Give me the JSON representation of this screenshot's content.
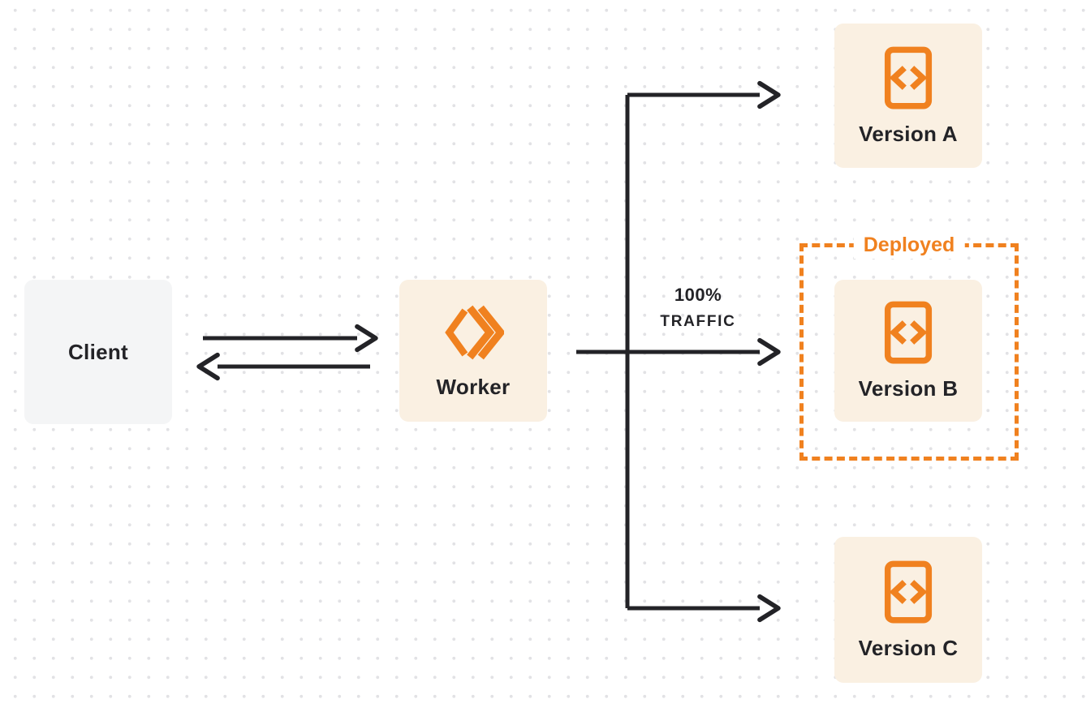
{
  "diagram": {
    "nodes": {
      "client": {
        "label": "Client"
      },
      "worker": {
        "label": "Worker",
        "icon": "workers-double-chevron-icon"
      },
      "version_a": {
        "label": "Version A",
        "icon": "code-file-icon"
      },
      "version_b": {
        "label": "Version B",
        "icon": "code-file-icon"
      },
      "version_c": {
        "label": "Version C",
        "icon": "code-file-icon"
      }
    },
    "annotations": {
      "deployed_label": "Deployed",
      "traffic_line1": "100%",
      "traffic_line2": "TRAFFIC"
    },
    "colors": {
      "accent_orange": "#F0811F",
      "node_cream": "#FAF0E2",
      "client_gray": "#F4F5F6",
      "ink": "#232327",
      "dot": "#E2E2E5",
      "canvas": "#FFFFFF"
    }
  }
}
